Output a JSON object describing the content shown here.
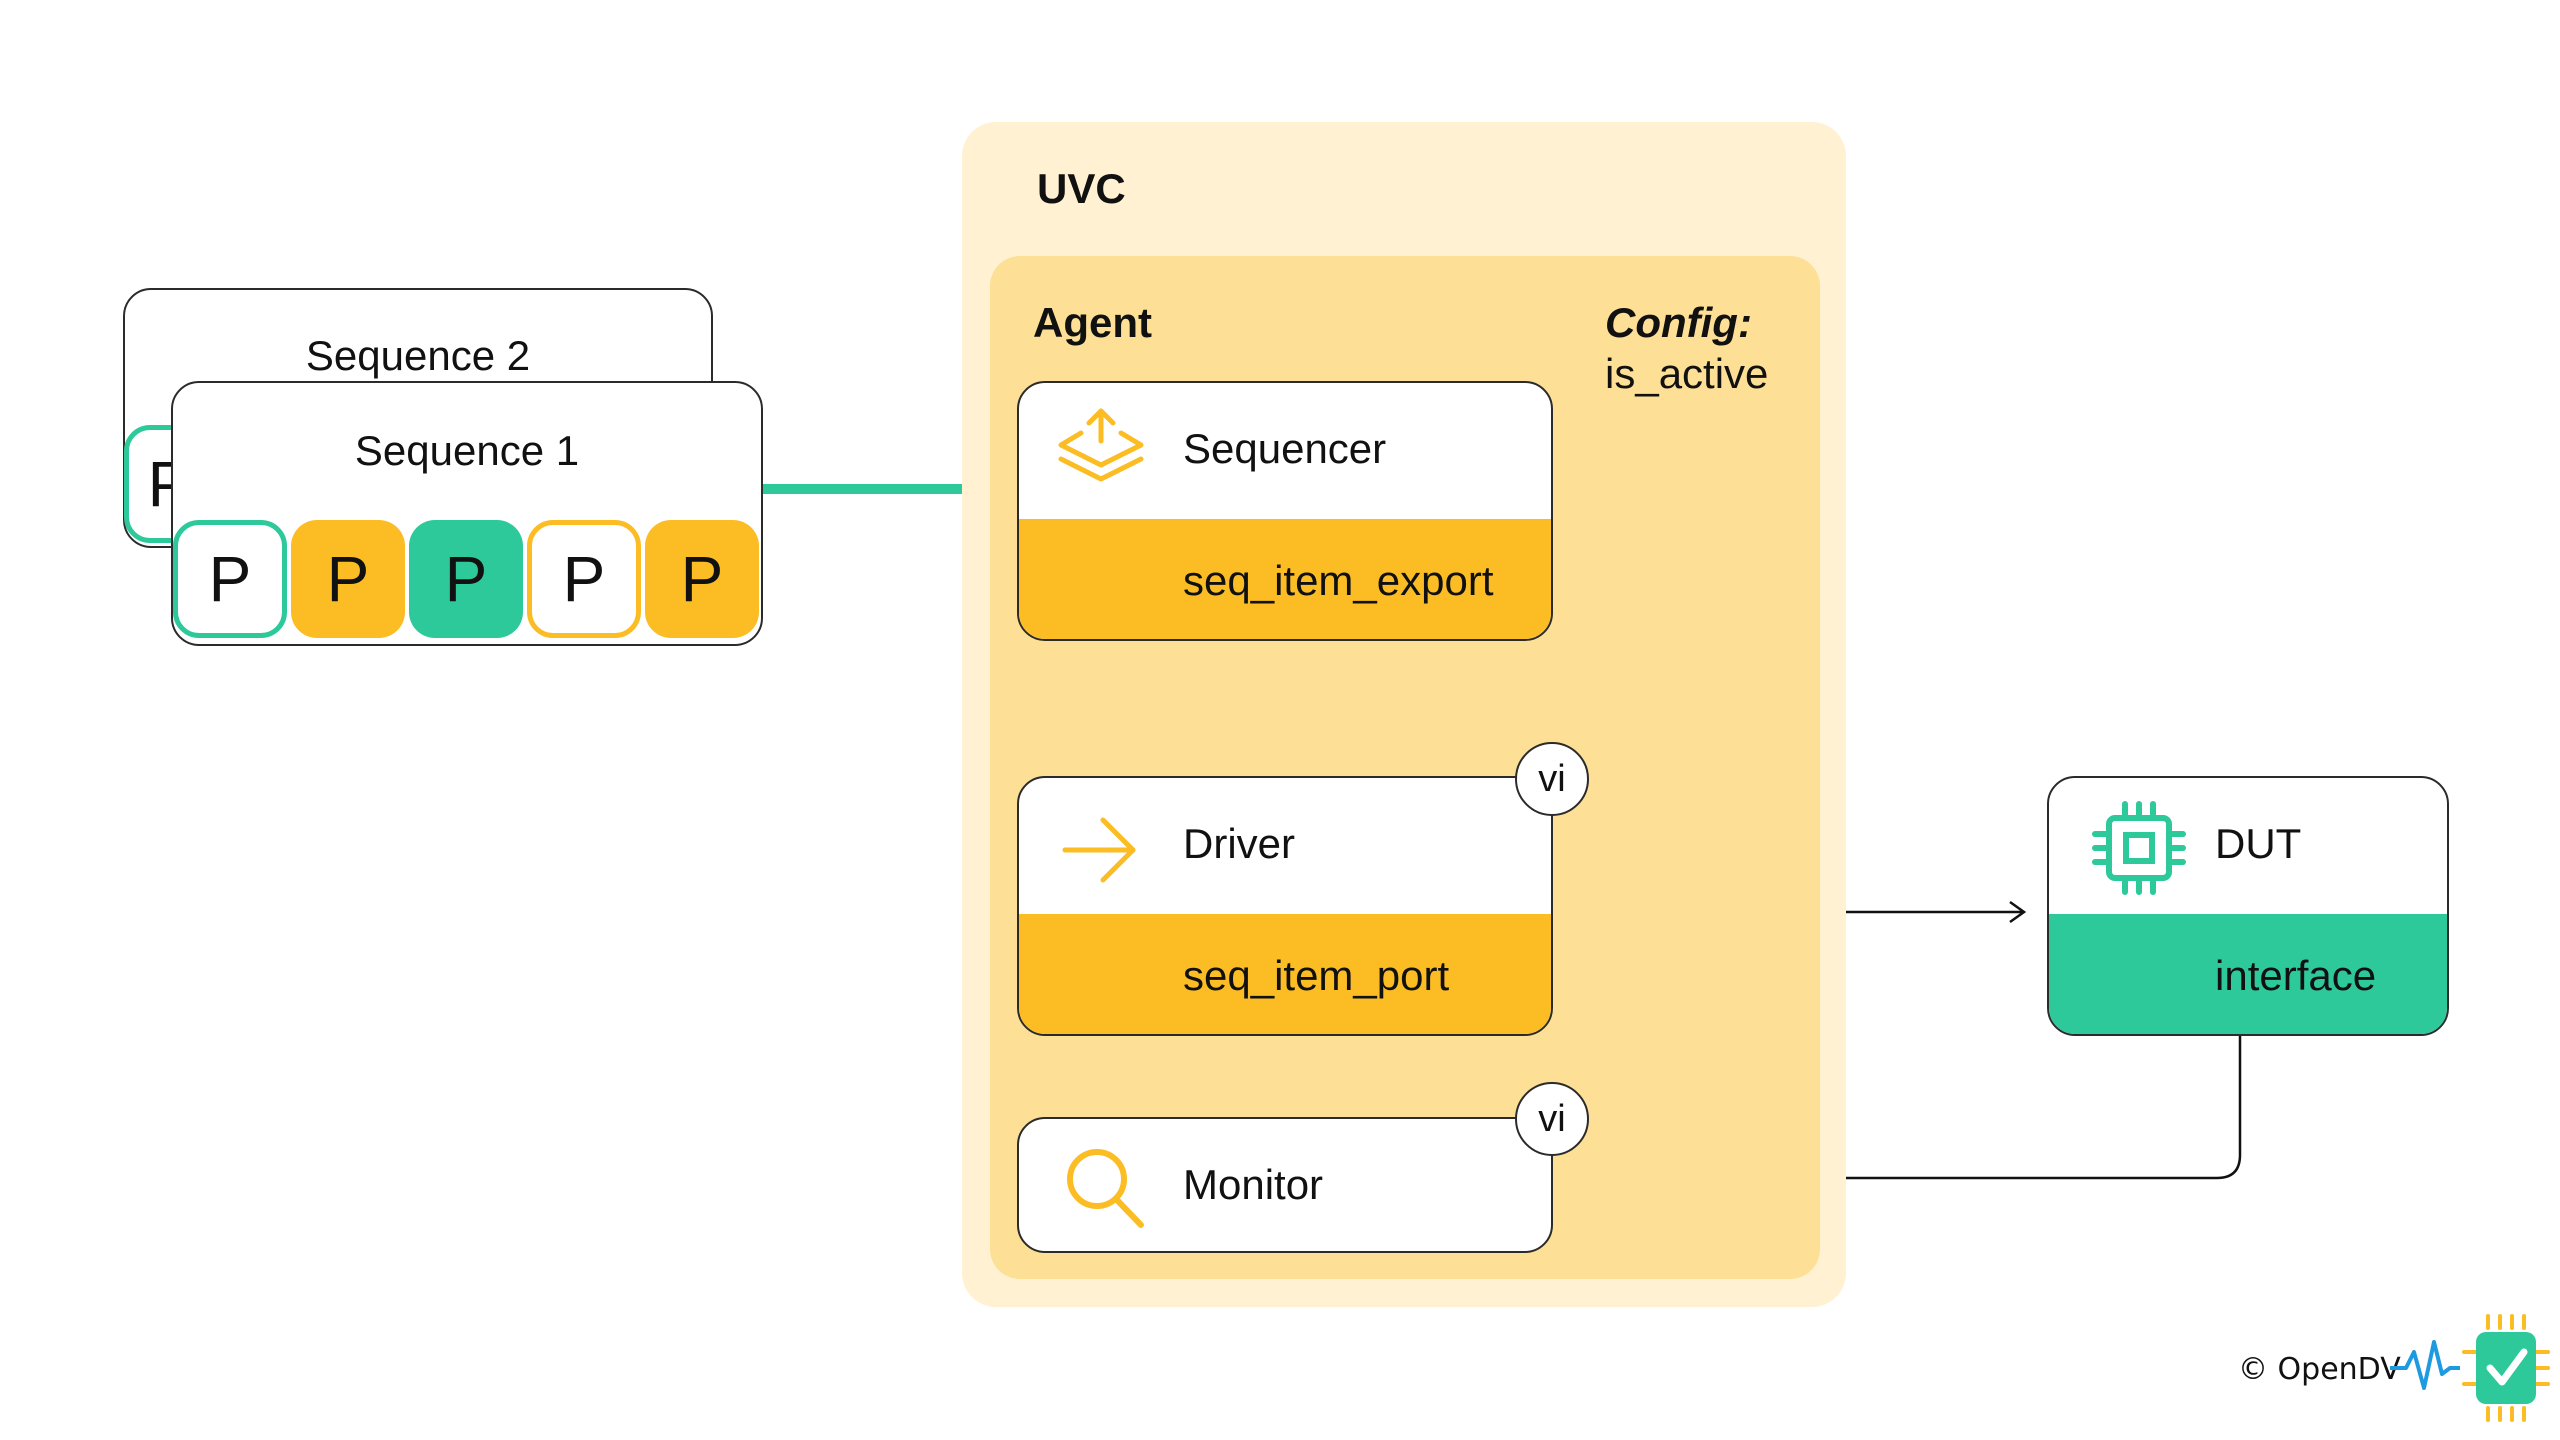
{
  "sequences": {
    "seq2_title": "Sequence 2",
    "seq1_title": "Sequence 1",
    "items": [
      "P",
      "P",
      "P",
      "P",
      "P"
    ],
    "hidden_item_glyph": "P"
  },
  "uvc": {
    "title": "UVC",
    "agent": {
      "title": "Agent",
      "config_title": "Config:",
      "config_value": "is_active"
    },
    "sequencer": {
      "label": "Sequencer",
      "port": "seq_item_export"
    },
    "driver": {
      "label": "Driver",
      "port": "seq_item_port",
      "badge": "vi"
    },
    "monitor": {
      "label": "Monitor",
      "badge": "vi"
    }
  },
  "dut": {
    "label": "DUT",
    "port": "interface"
  },
  "footer": {
    "copyright": "© OpenDV"
  },
  "colors": {
    "teal": "#2ec99a",
    "yellow": "#fbbd23",
    "uvc_bg": "#fff1d2",
    "agent_bg": "#fde096",
    "logo_blue": "#1e9be0"
  },
  "icons": [
    "layers-upload-icon",
    "arrow-right-icon",
    "search-icon",
    "chip-icon",
    "opendv-logo-icon"
  ]
}
